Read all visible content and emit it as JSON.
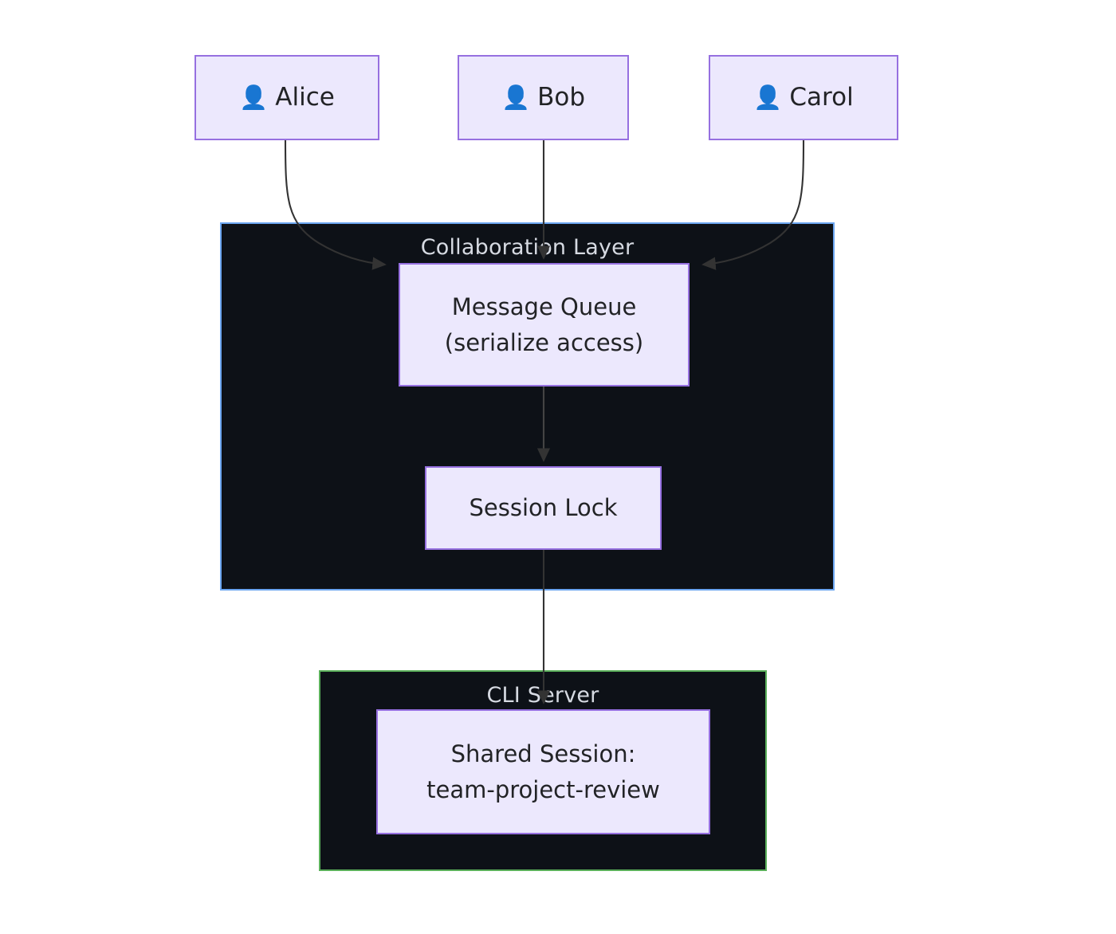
{
  "diagram": {
    "type": "flowchart",
    "direction": "top-down",
    "background": "#ffffff",
    "node_fill": "#ece8fd",
    "node_border": "#9670e0",
    "node_text": "#222326",
    "subgraph_fill": "#0d1117",
    "subgraph_title_color": "#d6dae2",
    "edge_color": "#333333"
  },
  "people": [
    {
      "id": "alice",
      "icon": "👤",
      "icon_name": "person-icon",
      "label": "Alice"
    },
    {
      "id": "bob",
      "icon": "👤",
      "icon_name": "person-icon",
      "label": "Bob"
    },
    {
      "id": "carol",
      "icon": "👤",
      "icon_name": "person-icon",
      "label": "Carol"
    }
  ],
  "subgraphs": [
    {
      "id": "collaboration-layer",
      "title": "Collaboration Layer",
      "border_color": "#6ba5f0",
      "nodes": [
        {
          "id": "message-queue",
          "lines": [
            "Message Queue",
            "(serialize access)"
          ]
        },
        {
          "id": "session-lock",
          "lines": [
            "Session Lock"
          ]
        }
      ]
    },
    {
      "id": "cli-server",
      "title": "CLI Server",
      "border_color": "#5aaf5a",
      "nodes": [
        {
          "id": "shared-session",
          "lines": [
            "Shared Session:",
            "team-project-review"
          ]
        }
      ]
    }
  ],
  "edges": [
    {
      "from": "alice",
      "to": "message-queue",
      "style": "curved"
    },
    {
      "from": "bob",
      "to": "message-queue",
      "style": "straight"
    },
    {
      "from": "carol",
      "to": "message-queue",
      "style": "curved"
    },
    {
      "from": "message-queue",
      "to": "session-lock",
      "style": "straight"
    },
    {
      "from": "session-lock",
      "to": "shared-session",
      "style": "straight"
    }
  ]
}
